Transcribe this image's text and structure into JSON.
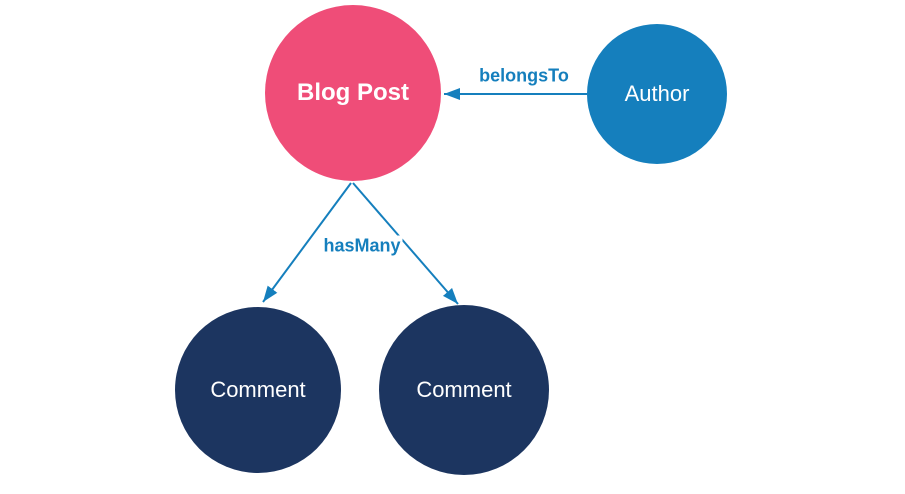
{
  "diagram": {
    "background_color": "#ffffff",
    "nodes": [
      {
        "id": "blog-post",
        "label": "Blog Post",
        "shape": "circle",
        "fill": "#ef4d78",
        "text_color": "#ffffff"
      },
      {
        "id": "author",
        "label": "Author",
        "shape": "circle",
        "fill": "#157fbd",
        "text_color": "#ffffff"
      },
      {
        "id": "comment-left",
        "label": "Comment",
        "shape": "circle",
        "fill": "#1c3560",
        "text_color": "#ffffff"
      },
      {
        "id": "comment-right",
        "label": "Comment",
        "shape": "circle",
        "fill": "#1c3560",
        "text_color": "#ffffff"
      }
    ],
    "edges": [
      {
        "id": "belongs-to",
        "label": "belongsTo",
        "from": "author",
        "to": "blog-post",
        "color": "#157fbd",
        "arrowhead": "solid-triangle"
      },
      {
        "id": "has-many-left",
        "label": "hasMany",
        "from": "blog-post",
        "to": "comment-left",
        "color": "#157fbd",
        "arrowhead": "solid-triangle"
      },
      {
        "id": "has-many-right",
        "label": "hasMany",
        "from": "blog-post",
        "to": "comment-right",
        "color": "#157fbd",
        "arrowhead": "solid-triangle"
      }
    ]
  }
}
